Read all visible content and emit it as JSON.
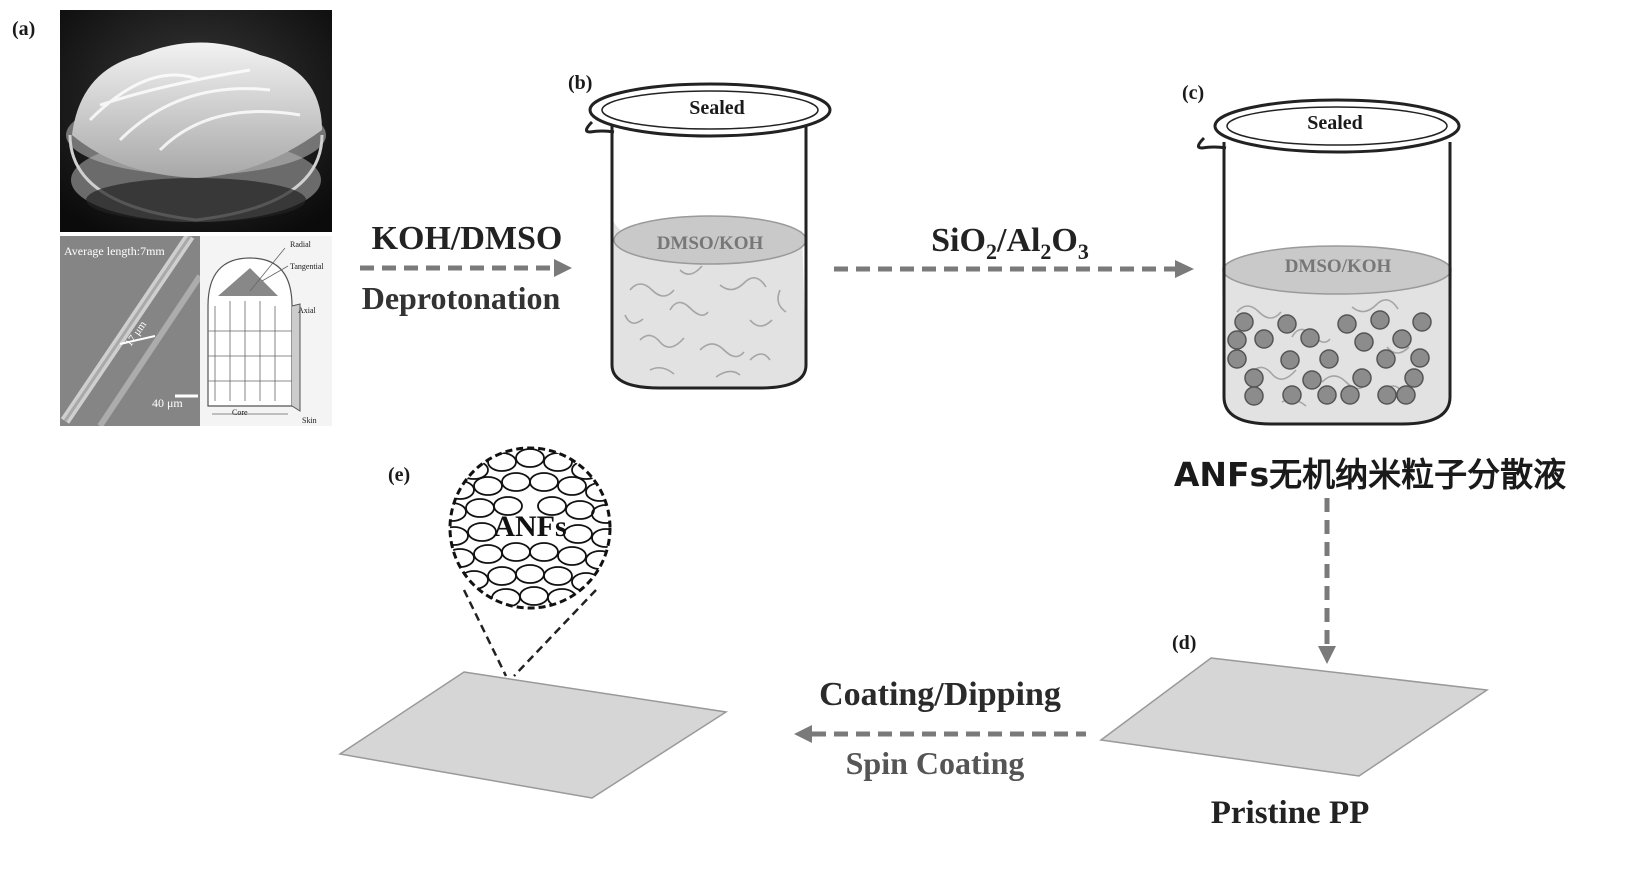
{
  "panels": {
    "a": {
      "label": "(a)",
      "sem_text": "Average length:7mm",
      "fiber_width": "17 μm",
      "scale_bar": "40 μm",
      "fiber_labels": [
        "Radial",
        "Tangential",
        "Axial"
      ],
      "core_label": "Core",
      "skin_label": "Skin"
    },
    "b": {
      "label": "(b)",
      "lid": "Sealed",
      "liquid": "DMSO/KOH"
    },
    "c": {
      "label": "(c)",
      "lid": "Sealed",
      "liquid": "DMSO/KOH",
      "caption": "ANFs无机纳米粒子分散液"
    },
    "d": {
      "label": "(d)",
      "caption": "Pristine PP"
    },
    "e": {
      "label": "(e)",
      "magnifier": "ANFs"
    }
  },
  "arrows": {
    "a_to_b": {
      "top": "KOH/DMSO",
      "bottom": "Deprotonation"
    },
    "b_to_c": {
      "top_parts": [
        "SiO",
        "2",
        "/Al",
        "2",
        "O",
        "3"
      ]
    },
    "d_to_e": {
      "top": "Coating/Dipping",
      "bottom": "Spin Coating"
    }
  },
  "colors": {
    "arrow": "#7a7a7a",
    "liquid": "#d9d9d9",
    "particle": "#8c8c8c",
    "sheet": "#d6d6d6"
  }
}
